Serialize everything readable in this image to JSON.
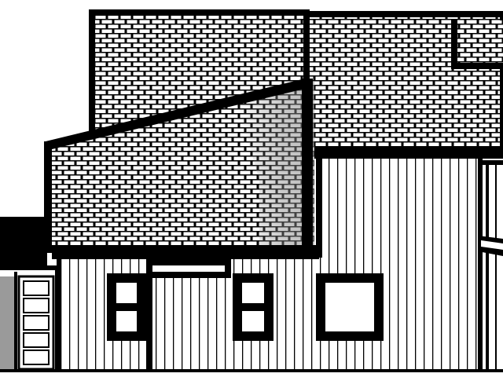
{
  "drawing": {
    "type": "architectural-elevation",
    "roof_material": "brick-pattern",
    "wall_material": "vertical-siding",
    "line_color": "#000000",
    "paper_color": "#ffffff",
    "roof_mortar_color": "#ffffff",
    "shadow_color": "#9a9a9a",
    "window_count": 3,
    "door_panel_count": 5
  }
}
